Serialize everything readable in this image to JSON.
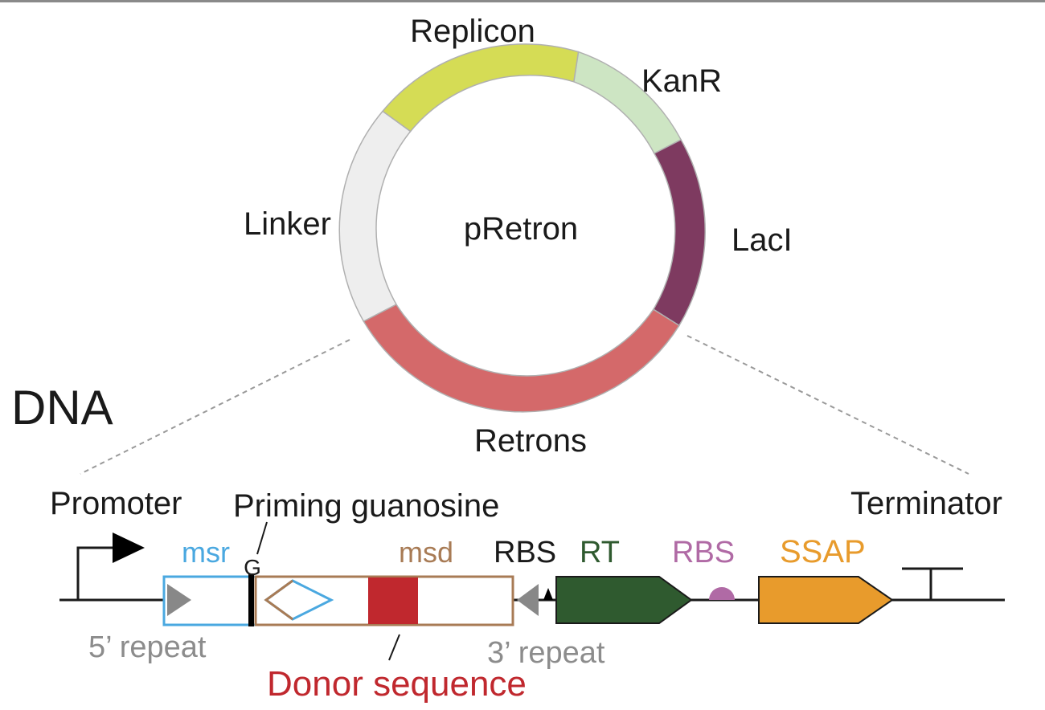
{
  "plasmid": {
    "name": "pRetron",
    "segments": [
      {
        "label": "Replicon",
        "color": "#d5dc55"
      },
      {
        "label": "KanR",
        "color": "#cde5c3"
      },
      {
        "label": "LacI",
        "color": "#7e3a60"
      },
      {
        "label": "Retrons",
        "color": "#d4696a"
      },
      {
        "label": "Linker",
        "color": "#eeeeee"
      }
    ]
  },
  "section_title": "DNA",
  "construct": {
    "promoter": "Promoter",
    "priming_guanosine": "Priming guanosine",
    "terminator": "Terminator",
    "msr": "msr",
    "g": "G",
    "msd": "msd",
    "rbs_1": "RBS",
    "rt": "RT",
    "rbs_2": "RBS",
    "ssap": "SSAP",
    "repeat_5": "5’ repeat",
    "repeat_3": "3’ repeat",
    "donor": "Donor sequence"
  },
  "colors": {
    "msr": "#4aa8e0",
    "msd": "#a87b55",
    "donor": "#c0282e",
    "rt": "#2f5a2f",
    "rbs_2": "#b06aa5",
    "ssap": "#e89b2c",
    "repeat": "#888888"
  }
}
